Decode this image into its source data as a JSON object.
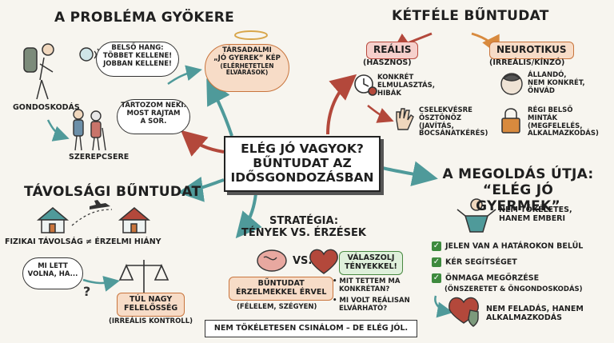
{
  "center_title": [
    "ELÉG JÓ VAGYOK?",
    "BŰNTUDAT AZ",
    "IDŐSGONDOZÁSBAN"
  ],
  "root": {
    "title": "A PROBLÉMA GYÖKERE",
    "inner_voice": [
      "BELSŐ HANG:",
      "TÖBBET KELLENE!",
      "JOBBAN KELLENE!"
    ],
    "label_caregiving": "GONDOSKODÁS",
    "owe_bubble": [
      "TARTOZOM NEKI.",
      "MOST RAJTAM",
      "A SOR."
    ],
    "label_role_swap": "SZEREPCSERE",
    "social_image": [
      "TÁRSADALMI",
      "„JÓ GYEREK” KÉP",
      "(ELÉRHETETLEN",
      "ELVÁRÁSOK)"
    ]
  },
  "two_guilt": {
    "title": "KÉTFÉLE BŰNTUDAT",
    "real_title": "REÁLIS",
    "real_sub": "(HASZNOS)",
    "real_items": [
      [
        "KONKRÉT",
        "ELMULASZTÁS,",
        "HIBÁK"
      ],
      [
        "CSELEKVÉSRE",
        "ÖSZTÖNÖZ",
        "(JAVÍTÁS,",
        "BOCSÁNATKÉRÉS)"
      ]
    ],
    "neuro_title": "NEUROTIKUS",
    "neuro_sub": "(IRREÁLIS/KÍNZÓ)",
    "neuro_items": [
      [
        "ÁLLANDÓ,",
        "NEM KONKRÉT,",
        "ÖNVÁD"
      ],
      [
        "RÉGI BELSŐ",
        "MINTÁK",
        "(MEGFELELÉS,",
        "ALKALMAZKODÁS)"
      ]
    ]
  },
  "distance": {
    "title": "TÁVOLSÁGI BŰNTUDAT",
    "equation": "FIZIKAI TÁVOLSÁG ≠ ÉRZELMI HIÁNY",
    "what_if": [
      "MI LETT",
      "VOLNA, HA..."
    ],
    "too_much": [
      "TÚL NAGY",
      "FELELŐSSÉG"
    ],
    "too_much_sub": "(IRREÁLIS KONTROLL)"
  },
  "strategy": {
    "title": [
      "STRATÉGIA:",
      "TÉNYEK VS. ÉRZÉSEK"
    ],
    "vs": "VS.",
    "facts_title": [
      "VÁLASZOLJ",
      "TÉNYEKKEL!"
    ],
    "facts_items": [
      [
        "MIT TETTEM MA",
        "KONKRÉTAN?"
      ],
      [
        "MI VOLT REÁLISAN",
        "ELVÁRHATÓ?"
      ]
    ],
    "guilt_title": [
      "BŰNTUDAT",
      "ÉRZELMEKKEL ÉRVEL"
    ],
    "guilt_sub": "(FÉLELEM, SZÉGYEN)"
  },
  "solution": {
    "title": [
      "A MEGOLDÁS ÚTJA:",
      "“ELÉG JÓ GYERMEK”"
    ],
    "human": [
      "NEM TÖKÉLETES,",
      "HANEM EMBERI"
    ],
    "checks": [
      "JELEN VAN A HATÁROKON BELÜL",
      "KÉR SEGÍTSÉGET",
      "ÖNMAGA MEGŐRZÉSE"
    ],
    "check_sub": "(ÖNSZERETET & ÖNGONDOSKODÁS)",
    "final": [
      "NEM FELADÁS, HANEM",
      "ALKALMAZKODÁS"
    ]
  },
  "footer": "NEM TÖKÉLETESEN CSINÁLOM – DE ELÉG JÓL."
}
